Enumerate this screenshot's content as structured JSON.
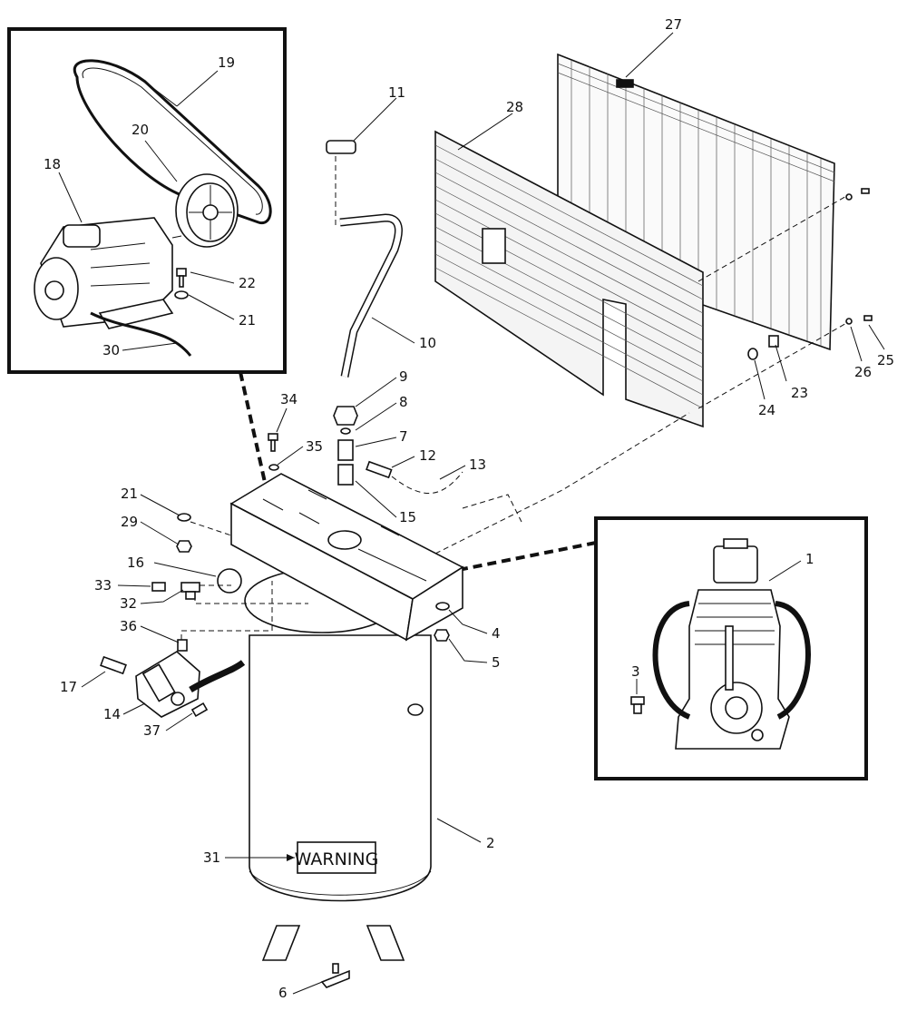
{
  "callouts": [
    {
      "id": "c1",
      "text": "1"
    },
    {
      "id": "c2",
      "text": "2"
    },
    {
      "id": "c3",
      "text": "3"
    },
    {
      "id": "c4",
      "text": "4"
    },
    {
      "id": "c5",
      "text": "5"
    },
    {
      "id": "c6",
      "text": "6"
    },
    {
      "id": "c7",
      "text": "7"
    },
    {
      "id": "c8",
      "text": "8"
    },
    {
      "id": "c9",
      "text": "9"
    },
    {
      "id": "c10",
      "text": "10"
    },
    {
      "id": "c11",
      "text": "11"
    },
    {
      "id": "c12",
      "text": "12"
    },
    {
      "id": "c13",
      "text": "13"
    },
    {
      "id": "c14",
      "text": "14"
    },
    {
      "id": "c15",
      "text": "15"
    },
    {
      "id": "c16",
      "text": "16"
    },
    {
      "id": "c17",
      "text": "17"
    },
    {
      "id": "c18",
      "text": "18"
    },
    {
      "id": "c19",
      "text": "19"
    },
    {
      "id": "c20",
      "text": "20"
    },
    {
      "id": "c21a",
      "text": "21"
    },
    {
      "id": "c21b",
      "text": "21"
    },
    {
      "id": "c22",
      "text": "22"
    },
    {
      "id": "c23",
      "text": "23"
    },
    {
      "id": "c24",
      "text": "24"
    },
    {
      "id": "c25",
      "text": "25"
    },
    {
      "id": "c26",
      "text": "26"
    },
    {
      "id": "c27",
      "text": "27"
    },
    {
      "id": "c28",
      "text": "28"
    },
    {
      "id": "c29",
      "text": "29"
    },
    {
      "id": "c30",
      "text": "30"
    },
    {
      "id": "c31",
      "text": "31"
    },
    {
      "id": "c32",
      "text": "32"
    },
    {
      "id": "c33",
      "text": "33"
    },
    {
      "id": "c34",
      "text": "34"
    },
    {
      "id": "c35",
      "text": "35"
    },
    {
      "id": "c36",
      "text": "36"
    },
    {
      "id": "c37",
      "text": "37"
    }
  ],
  "warning_label": "WARNING"
}
